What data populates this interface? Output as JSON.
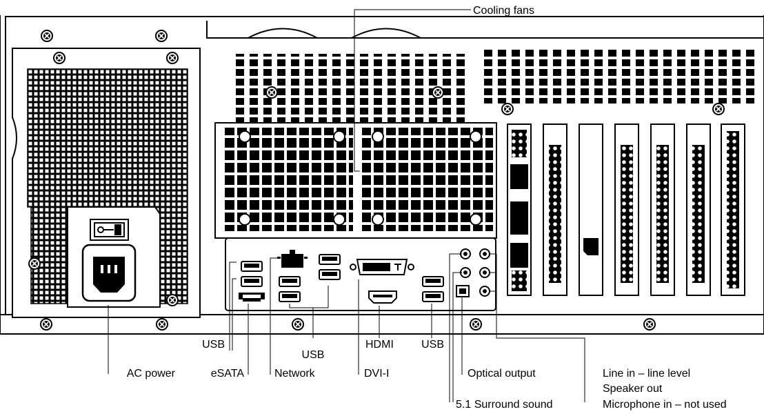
{
  "labels": {
    "cooling_fans": "Cooling fans",
    "ac_power": "AC power",
    "usb_left": "USB",
    "esata": "eSATA",
    "usb_mid": "USB",
    "network": "Network",
    "hdmi": "HDMI",
    "dvi": "DVI-I",
    "usb_right": "USB",
    "optical": "Optical output",
    "surround": "5.1 Surround sound",
    "line_in": "Line in – line level",
    "speaker_out": "Speaker out",
    "mic_in": "Microphone in – not used"
  },
  "colors": {
    "ink": "#000000",
    "panel": "#ffffff"
  },
  "icons": [
    "screw-icon",
    "power-switch-icon",
    "ac-inlet-icon",
    "usb-port-icon",
    "ethernet-port-icon",
    "esata-port-icon",
    "dvi-port-icon",
    "hdmi-port-icon",
    "optical-port-icon",
    "audio-jack-icon"
  ]
}
